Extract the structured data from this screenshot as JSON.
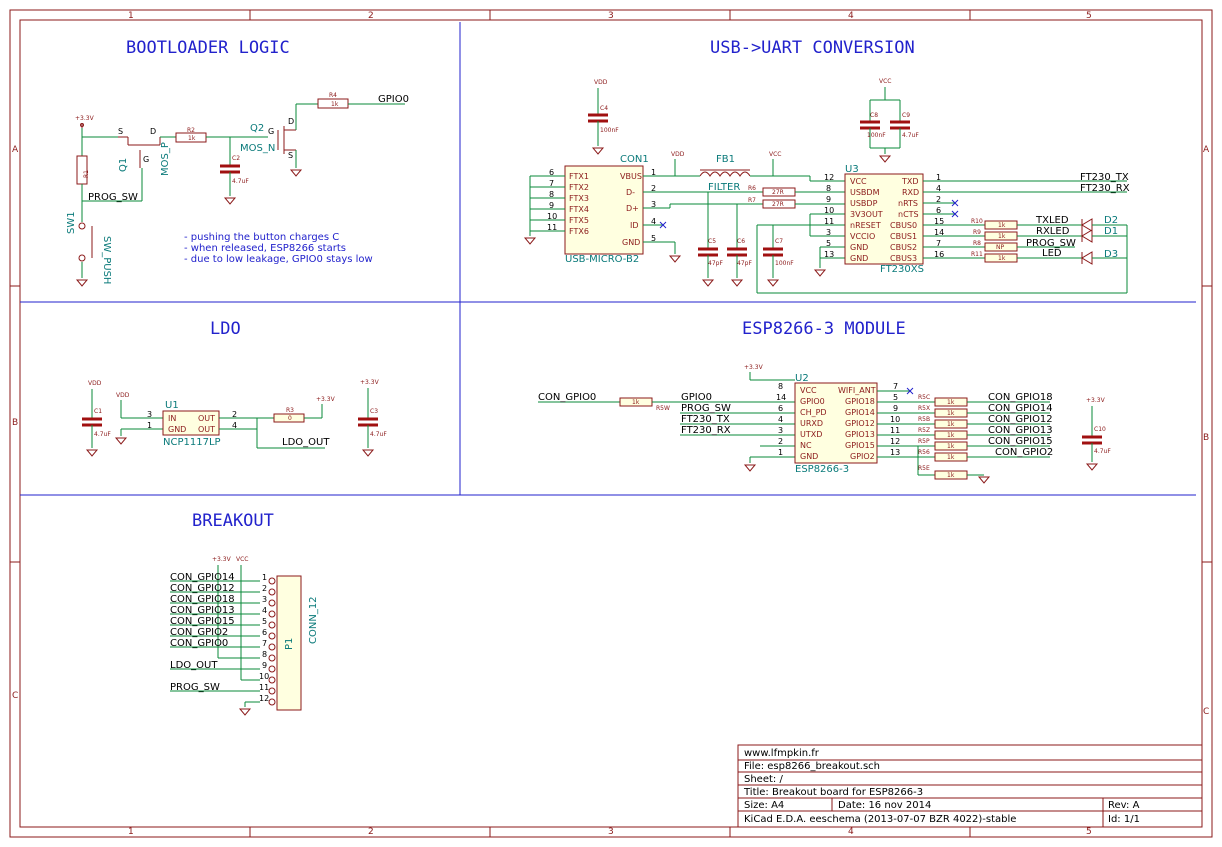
{
  "border": {
    "columns": [
      "1",
      "2",
      "3",
      "4",
      "5"
    ],
    "rows": [
      "A",
      "B",
      "C"
    ]
  },
  "sections": {
    "bootloader": "BOOTLOADER LOGIC",
    "usb_uart": "USB->UART CONVERSION",
    "ldo": "LDO",
    "esp_module": "ESP8266-3 MODULE",
    "breakout": "BREAKOUT"
  },
  "notes": [
    "- pushing the button charges C",
    "- when released, ESP8266 starts",
    "- due to low leakage, GPIO0 stays low"
  ],
  "bootloader": {
    "v33": "+3.3V",
    "sw_ref": "SW1",
    "sw_val": "SW_PUSH",
    "r1_ref": "R1",
    "r1_val": "1k",
    "q1_ref": "Q1",
    "q1_val": "MOS_P",
    "r2_ref": "R2",
    "r2_val": "1k",
    "c2_ref": "C2",
    "c2_val": "4.7uF",
    "q2_ref": "Q2",
    "q2_val": "MOS_N",
    "r4_ref": "R4",
    "r4_val": "1k",
    "gpio0": "GPIO0",
    "prog_sw": "PROG_SW",
    "pin_s": "S",
    "pin_d": "D",
    "pin_g": "G"
  },
  "usb": {
    "vdd": "VDD",
    "vcc": "VCC",
    "c4_ref": "C4",
    "c4_val": "100nF",
    "con1_ref": "CON1",
    "con1_val": "USB-MICRO-B2",
    "con1_left_pins": [
      {
        "num": "6",
        "name": "FTX1"
      },
      {
        "num": "7",
        "name": "FTX2"
      },
      {
        "num": "8",
        "name": "FTX3"
      },
      {
        "num": "9",
        "name": "FTX4"
      },
      {
        "num": "10",
        "name": "FTX5"
      },
      {
        "num": "11",
        "name": "FTX6"
      }
    ],
    "con1_right_pins": [
      {
        "num": "1",
        "name": "VBUS"
      },
      {
        "num": "2",
        "name": "D-"
      },
      {
        "num": "3",
        "name": "D+"
      },
      {
        "num": "4",
        "name": "ID"
      },
      {
        "num": "5",
        "name": "GND"
      }
    ],
    "fb1_ref": "FB1",
    "fb1_val": "FILTER",
    "r6_ref": "R6",
    "r6_val": "27R",
    "r7_ref": "R7",
    "r7_val": "27R",
    "c5_ref": "C5",
    "c5_val": "47pF",
    "c6_ref": "C6",
    "c6_val": "47pF",
    "c7_ref": "C7",
    "c7_val": "100nF",
    "c8_ref": "C8",
    "c8_val": "100nF",
    "c9_ref": "C9",
    "c9_val": "4.7uF",
    "u3_ref": "U3",
    "u3_val": "FT230XS",
    "u3_left_pins": [
      {
        "num": "12",
        "name": "VCC"
      },
      {
        "num": "8",
        "name": "USBDM"
      },
      {
        "num": "9",
        "name": "USBDP"
      },
      {
        "num": "10",
        "name": "3V3OUT"
      },
      {
        "num": "11",
        "name": "nRESET"
      },
      {
        "num": "3",
        "name": "VCCIO"
      },
      {
        "num": "5",
        "name": "GND"
      },
      {
        "num": "13",
        "name": "GND"
      }
    ],
    "u3_right_pins": [
      {
        "num": "1",
        "name": "TXD"
      },
      {
        "num": "4",
        "name": "RXD"
      },
      {
        "num": "2",
        "name": "nRTS"
      },
      {
        "num": "6",
        "name": "nCTS"
      },
      {
        "num": "15",
        "name": "CBUS0"
      },
      {
        "num": "14",
        "name": "CBUS1"
      },
      {
        "num": "7",
        "name": "CBUS2"
      },
      {
        "num": "16",
        "name": "CBUS3"
      }
    ],
    "ft_tx": "FT230_TX",
    "ft_rx": "FT230_RX",
    "r10_ref": "R10",
    "r9_ref": "R9",
    "r8_ref": "R8",
    "r11_ref": "R11",
    "r_1k": "1k",
    "r_np": "NP",
    "txled": "TXLED",
    "rxled": "RXLED",
    "prog_sw": "PROG_SW",
    "led": "LED",
    "d1": "D1",
    "d2": "D2",
    "d3": "D3"
  },
  "ldo": {
    "vdd": "VDD",
    "v33": "+3.3V",
    "c1_ref": "C1",
    "c1_val": "4.7uF",
    "u1_ref": "U1",
    "u1_val": "NCP1117LP",
    "pin_in": "IN",
    "pin_gnd": "GND",
    "pin_out": "OUT",
    "r3_ref": "R3",
    "r3_val": "0",
    "ldo_out": "LDO_OUT",
    "c3_ref": "C3",
    "c3_val": "4.7uF",
    "pin3": "3",
    "pin1": "1",
    "pin2": "2",
    "pin4": "4"
  },
  "esp": {
    "v33": "+3.3V",
    "con_gpio0": "CON_GPIO0",
    "r_gpio0_val": "1k",
    "r_gpio0_ref": "R5W",
    "gpio0": "GPIO0",
    "prog_sw": "PROG_SW",
    "ft_tx": "FT230_TX",
    "ft_rx": "FT230_RX",
    "u2_ref": "U2",
    "u2_val": "ESP8266-3",
    "u2_left_pins": [
      {
        "num": "8",
        "name": "VCC"
      },
      {
        "num": "14",
        "name": "GPIO0"
      },
      {
        "num": "6",
        "name": "CH_PD"
      },
      {
        "num": "4",
        "name": "URXD"
      },
      {
        "num": "3",
        "name": "UTXD"
      },
      {
        "num": "2",
        "name": "NC"
      },
      {
        "num": "1",
        "name": "GND"
      }
    ],
    "u2_right_pins": [
      {
        "num": "7",
        "name": "WIFI_ANT"
      },
      {
        "num": "5",
        "name": "GPIO18"
      },
      {
        "num": "9",
        "name": "GPIO14"
      },
      {
        "num": "10",
        "name": "GPIO12"
      },
      {
        "num": "11",
        "name": "GPIO13"
      },
      {
        "num": "12",
        "name": "GPIO15"
      },
      {
        "num": "13",
        "name": "GPIO2"
      }
    ],
    "resistor_refs": [
      "R5C",
      "R5X",
      "R5B",
      "R5Z",
      "R5P",
      "R56",
      "R5E"
    ],
    "r_1k": "1k",
    "con_nets": [
      "CON_GPIO18",
      "CON_GPIO14",
      "CON_GPIO12",
      "CON_GPIO13",
      "CON_GPIO15",
      "CON_GPIO2"
    ],
    "c10_ref": "C10",
    "c10_val": "4.7uF"
  },
  "breakout": {
    "v33": "+3.3V",
    "vcc": "VCC",
    "nets": [
      "CON_GPIO14",
      "CON_GPIO12",
      "CON_GPIO18",
      "CON_GPIO13",
      "CON_GPIO15",
      "CON_GPIO2",
      "CON_GPIO0",
      "",
      "LDO_OUT",
      "",
      "PROG_SW",
      ""
    ],
    "pins": [
      "1",
      "2",
      "3",
      "4",
      "5",
      "6",
      "7",
      "8",
      "9",
      "10",
      "11",
      "12"
    ],
    "p1_ref": "P1",
    "p1_val": "CONN_12"
  },
  "title_block": {
    "company": "www.lfmpkin.fr",
    "file": "File: esp8266_breakout.sch",
    "sheet": "Sheet: /",
    "title": "Title: Breakout board for ESP8266-3",
    "size": "Size: A4",
    "date": "Date: 16 nov 2014",
    "rev": "Rev: A",
    "tool": "KiCad E.D.A.  eeschema (2013-07-07 BZR 4022)-stable",
    "id": "Id: 1/1"
  }
}
